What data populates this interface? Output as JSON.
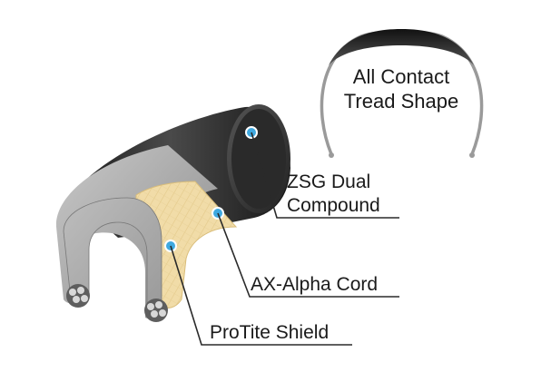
{
  "tread_shape": {
    "line1": "All Contact",
    "line2": "Tread Shape"
  },
  "callouts": [
    {
      "id": "zsg",
      "line1": "ZSG Dual",
      "line2": "Compound"
    },
    {
      "id": "ax",
      "line1": "AX-Alpha Cord"
    },
    {
      "id": "protite",
      "line1": "ProTite Shield"
    }
  ],
  "colors": {
    "tread_dark": "#2b2b2b",
    "tread_mid": "#5a5a5a",
    "casing_gray": "#a9a9a9",
    "cord_tan": "#f0d9a6",
    "dot_blue": "#3fa9e0",
    "bead_gray": "#7a7a7a"
  }
}
